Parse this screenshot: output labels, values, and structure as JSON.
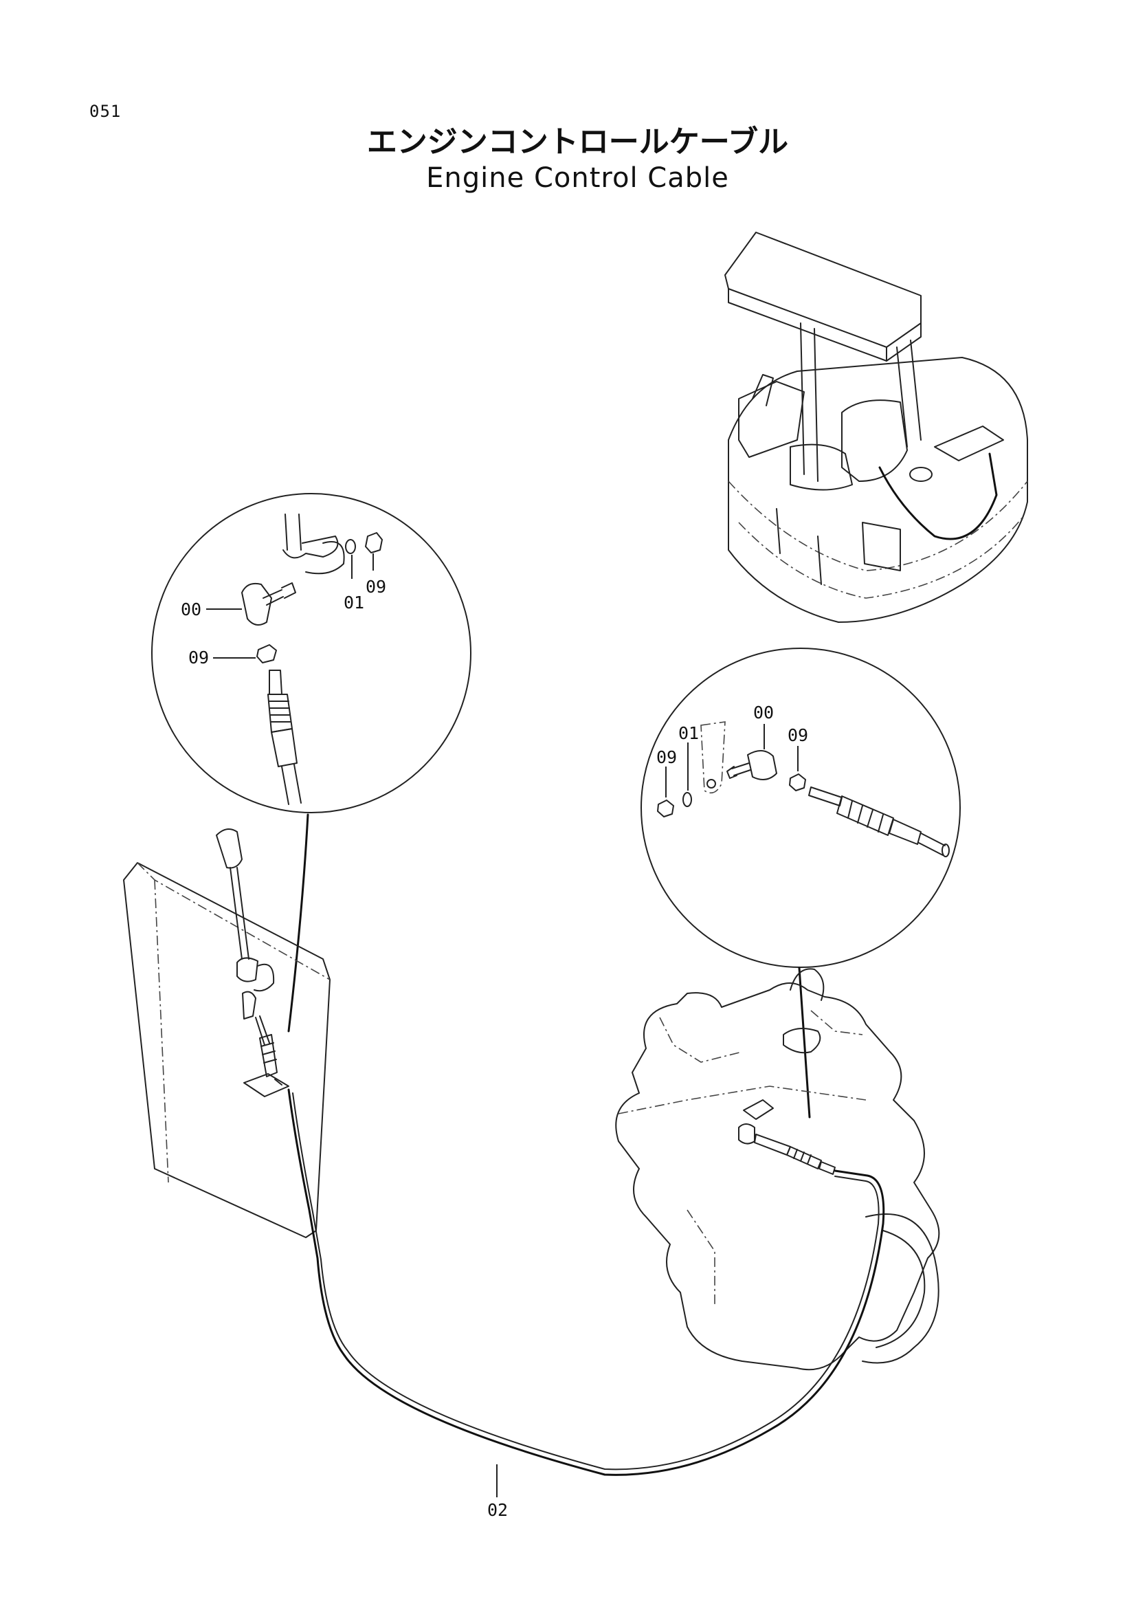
{
  "page": {
    "number": "051"
  },
  "title": {
    "japanese": "エンジンコントロールケーブル",
    "english": "Engine Control Cable"
  },
  "callouts": {
    "left_detail": {
      "c00": "00",
      "c09_nut": "09",
      "c01": "01",
      "c09_top": "09"
    },
    "right_detail": {
      "c00": "00",
      "c01": "01",
      "c09_left": "09",
      "c09_right": "09"
    },
    "cable": {
      "c02": "02"
    }
  },
  "icons": [
    "machine-overview-illustration",
    "control-lever-box-illustration",
    "engine-illustration",
    "left-detail-circle",
    "right-detail-circle",
    "control-cable-line"
  ]
}
